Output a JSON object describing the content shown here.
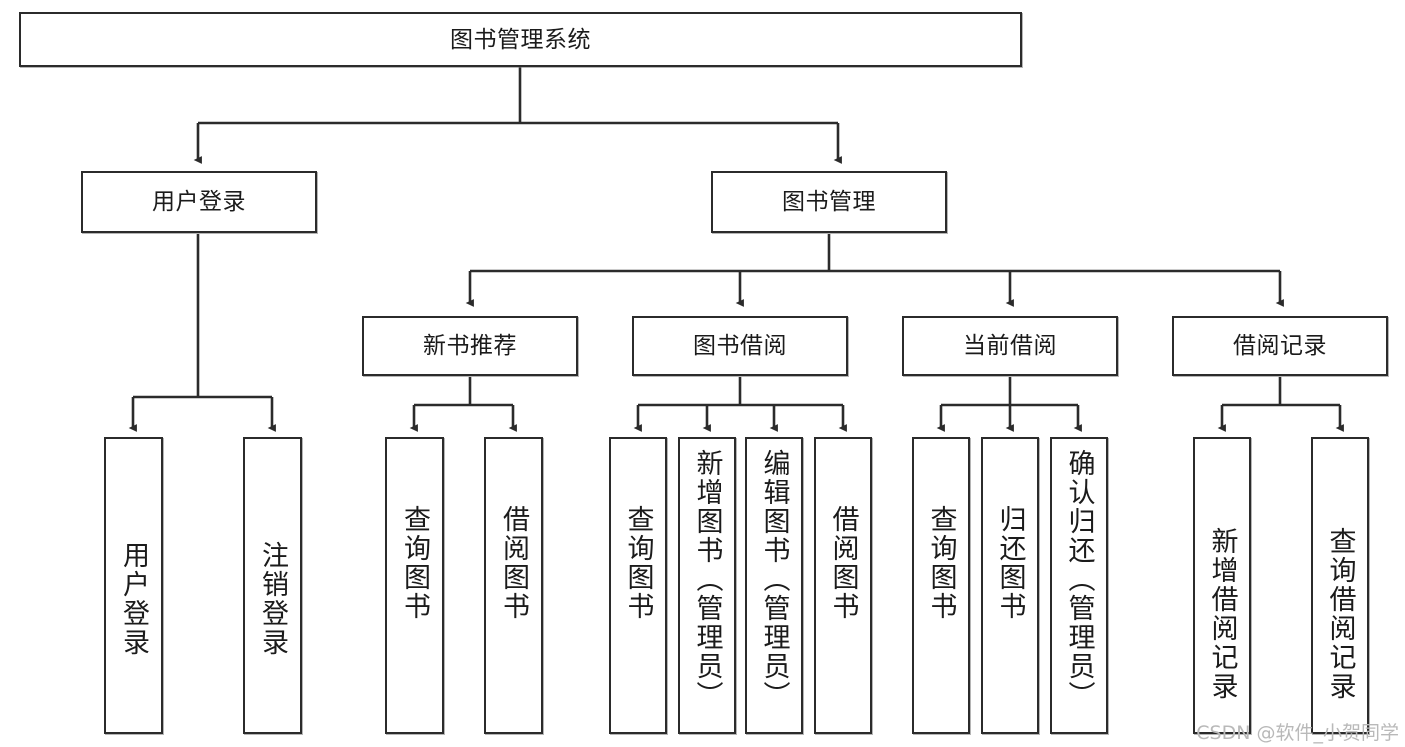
{
  "diagram": {
    "title": "图书管理系统",
    "type": "hierarchy-tree",
    "watermark": "CSDN @软件_小贺同学",
    "colors": {
      "box_border": "#2b2b2b",
      "box_fill": "#ffffff",
      "connector": "#2b2b2b",
      "text": "#1b1b1b",
      "watermark": "#b9b9b9"
    },
    "root": {
      "label": "图书管理系统"
    },
    "level2": [
      {
        "label": "用户登录"
      },
      {
        "label": "图书管理"
      }
    ],
    "level3": [
      {
        "label": "新书推荐"
      },
      {
        "label": "图书借阅"
      },
      {
        "label": "当前借阅"
      },
      {
        "label": "借阅记录"
      }
    ],
    "leaves": {
      "user_login": [
        {
          "label": "用户登录"
        },
        {
          "label": "注销登录"
        }
      ],
      "new_book_recommend": [
        {
          "label": "查询图书"
        },
        {
          "label": "借阅图书"
        }
      ],
      "book_borrow": [
        {
          "label": "查询图书"
        },
        {
          "label": "新增图书（管理员）"
        },
        {
          "label": "编辑图书（管理员）"
        },
        {
          "label": "借阅图书"
        }
      ],
      "current_borrow": [
        {
          "label": "查询图书"
        },
        {
          "label": "归还图书"
        },
        {
          "label": "确认归还（管理员）"
        }
      ],
      "borrow_record": [
        {
          "label": "新增借阅记录"
        },
        {
          "label": "查询借阅记录"
        }
      ]
    }
  }
}
